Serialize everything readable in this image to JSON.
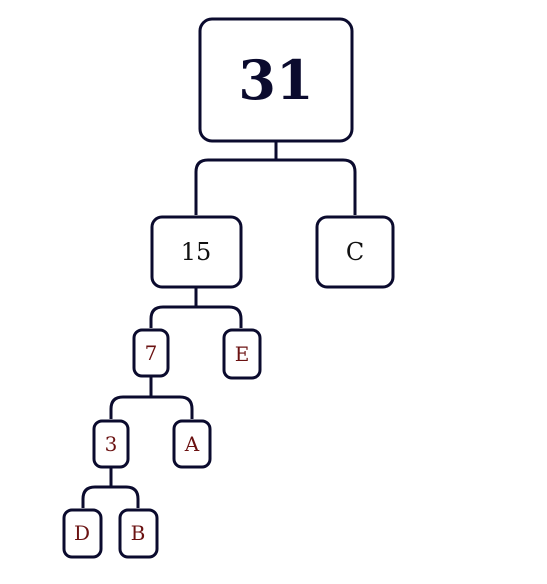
{
  "tree": {
    "root": "31",
    "level1": [
      "15",
      "C"
    ],
    "level2": [
      "7",
      "E"
    ],
    "level3": [
      "3",
      "A"
    ],
    "level4": [
      "D",
      "B"
    ]
  },
  "colors": {
    "stroke": "#0b0b2e",
    "root_text": "#0b0b2e",
    "internal_text": "#111111",
    "leaf_text": "#6b1212"
  }
}
